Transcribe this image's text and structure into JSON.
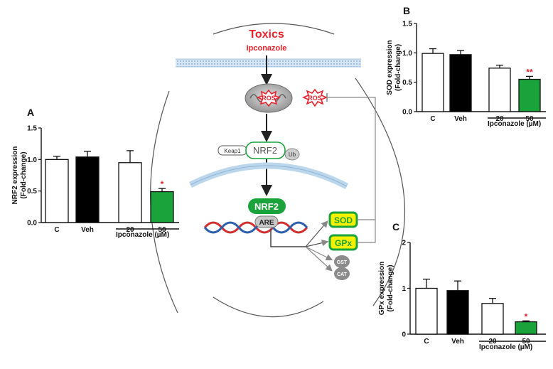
{
  "diagram": {
    "toxics_title": "Toxics",
    "toxics_subtitle": "Ipconazole",
    "ros_left": "ROS",
    "ros_right": "ROS",
    "keap1": "Keap1",
    "nrf2_cytoplasm": "NRF2",
    "ub": "Ub",
    "nrf2_nucleus": "NRF2",
    "are": "ARE",
    "targets": [
      "SOD",
      "GPx",
      "GST",
      "CAT"
    ],
    "colors": {
      "red": "#e8202a",
      "green": "#19a33a",
      "yellow": "#f4f000",
      "grey": "#8c8c8c",
      "membrane_blue": "#9dc4e4"
    }
  },
  "chart_data": [
    {
      "panel": "A",
      "type": "bar",
      "categories": [
        "C",
        "Veh",
        "20",
        "50"
      ],
      "values": [
        1.0,
        1.04,
        0.95,
        0.49
      ],
      "errors": [
        0.05,
        0.09,
        0.19,
        0.05
      ],
      "bar_colors": [
        "#ffffff",
        "#000000",
        "#ffffff",
        "#19a33a"
      ],
      "significance": [
        "",
        "",
        "",
        "*"
      ],
      "ylabel_line1": "NRF2 expression",
      "ylabel_line2": "(Fold-change)",
      "ylim": [
        0,
        1.5
      ],
      "yticks": [
        "0.0",
        "0.5",
        "1.0",
        "1.5"
      ],
      "ytick_values": [
        0,
        0.5,
        1.0,
        1.5
      ],
      "group_label": "Ipconazole (µM)"
    },
    {
      "panel": "B",
      "type": "bar",
      "categories": [
        "C",
        "Veh",
        "20",
        "50"
      ],
      "values": [
        0.99,
        0.97,
        0.74,
        0.55
      ],
      "errors": [
        0.08,
        0.07,
        0.05,
        0.05
      ],
      "bar_colors": [
        "#ffffff",
        "#000000",
        "#ffffff",
        "#19a33a"
      ],
      "significance": [
        "",
        "",
        "",
        "**"
      ],
      "ylabel_line1": "SOD expression",
      "ylabel_line2": "(Fold-change)",
      "ylim": [
        0,
        1.5
      ],
      "yticks": [
        "0.0",
        "0.5",
        "1.0",
        "1.5"
      ],
      "ytick_values": [
        0,
        0.5,
        1.0,
        1.5
      ],
      "group_label": "Ipconazole (µM)"
    },
    {
      "panel": "C",
      "type": "bar",
      "categories": [
        "C",
        "Veh",
        "20",
        "50"
      ],
      "values": [
        1.0,
        0.95,
        0.67,
        0.27
      ],
      "errors": [
        0.2,
        0.21,
        0.11,
        0.02
      ],
      "bar_colors": [
        "#ffffff",
        "#000000",
        "#ffffff",
        "#19a33a"
      ],
      "significance": [
        "",
        "",
        "",
        "*"
      ],
      "ylabel_line1": "GPx expression",
      "ylabel_line2": "(Fold-change)",
      "ylim": [
        0,
        2
      ],
      "yticks": [
        "0",
        "1",
        "2"
      ],
      "ytick_values": [
        0,
        1,
        2
      ],
      "group_label": "Ipconazole (µM)"
    }
  ]
}
